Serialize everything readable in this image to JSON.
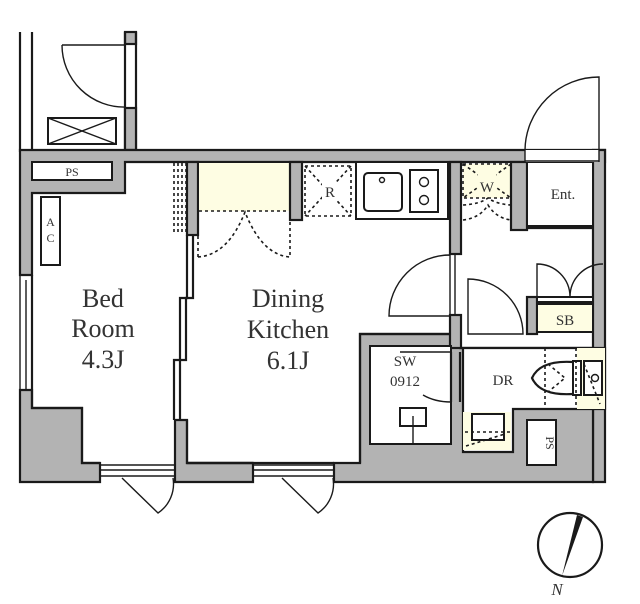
{
  "colors": {
    "wall_fill": "#b3b3b3",
    "outline": "#1a1a1a",
    "storage_fill": "#fefde3",
    "label": "#333333",
    "background": "#ffffff"
  },
  "rooms": {
    "bedroom": {
      "line1": "Bed",
      "line2": "Room",
      "size": "4.3J"
    },
    "dining_kitchen": {
      "line1": "Dining",
      "line2": "Kitchen",
      "size": "6.1J"
    },
    "dressing_room": {
      "label": "DR"
    },
    "entrance": {
      "label": "Ent."
    },
    "shower": {
      "line1": "SW",
      "line2": "0912"
    }
  },
  "fixtures": {
    "pipe_space_top": "PS",
    "pipe_space_bottom": "PS",
    "air_conditioner_line1": "A",
    "air_conditioner_line2": "C",
    "refrigerator": "R",
    "washer": "W",
    "shoe_box": "SB"
  },
  "compass": {
    "label": "N"
  }
}
